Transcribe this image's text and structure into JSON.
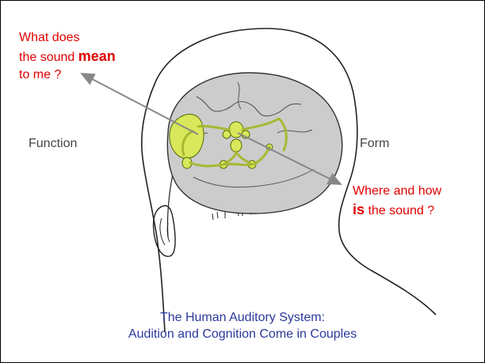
{
  "labels": {
    "meaning_line1": "What does",
    "meaning_line2_pre": "the sound ",
    "meaning_line2_bold": "mean",
    "meaning_line3": "to me ?",
    "function": "Function",
    "form": "Form",
    "where_line1": "Where and how",
    "where_line2_bold": "is",
    "where_line2_post": " the sound ?"
  },
  "caption": {
    "line1": "The Human Auditory System:",
    "line2": "Audition and Cognition Come in Couples"
  },
  "colors": {
    "emphasis": "#e00000",
    "caption": "#2b3a9a",
    "auditory_pathway": "#d8e85a",
    "brain": "#cccccc"
  }
}
